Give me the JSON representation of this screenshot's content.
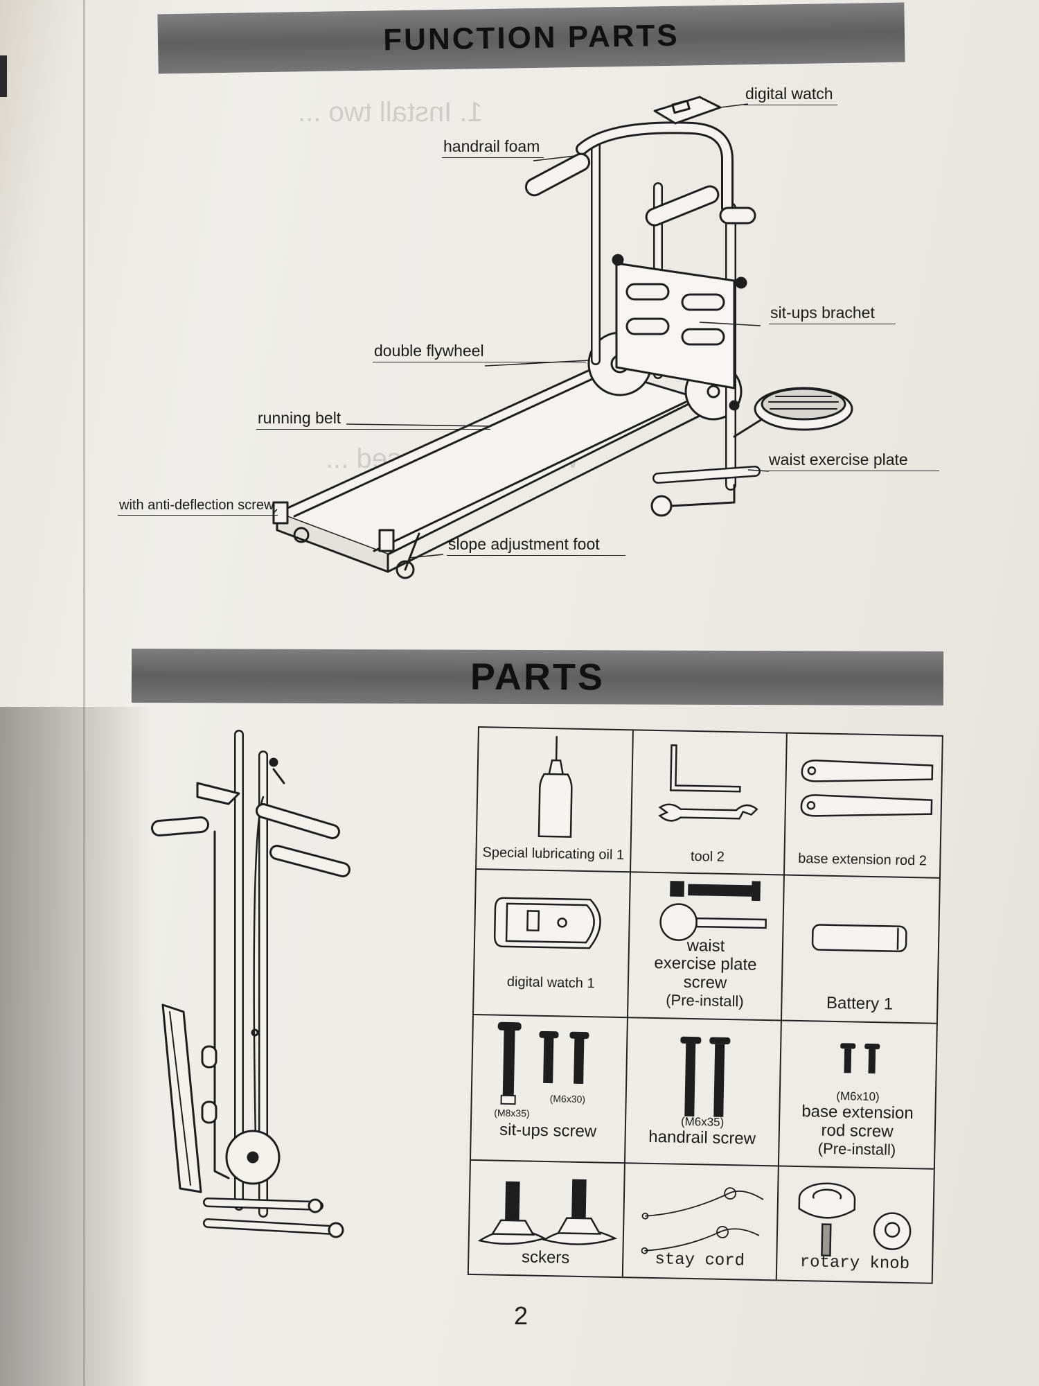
{
  "sections": {
    "function_parts_title": "FUNCTION PARTS",
    "parts_title": "PARTS"
  },
  "function_labels": {
    "digital_watch": "digital watch",
    "handrail_foam": "handrail foam",
    "situps_bracket": "sit-ups brachet",
    "double_flywheel": "double flywheel",
    "running_belt": "running belt",
    "waist_exercise_plate": "waist exercise plate",
    "anti_deflection_screw": "with anti-deflection screw",
    "slope_adjustment_foot": "slope adjustment foot"
  },
  "parts": [
    {
      "label": "Special lubricating oil 1",
      "icon": "oil-bottle-icon"
    },
    {
      "label": "tool 2",
      "icon": "wrench-icon"
    },
    {
      "label": "base extension rod 2",
      "icon": "extension-rod-icon"
    },
    {
      "label": "digital watch 1",
      "icon": "digital-watch-icon"
    },
    {
      "label": "waist exercise plate screw",
      "note": "(Pre-install)",
      "icon": "bolt-icon"
    },
    {
      "label": "Battery 1",
      "icon": "battery-icon"
    },
    {
      "label": "sit-ups screw",
      "sizes": [
        "(M8x35)",
        "(M6x30)"
      ],
      "icon": "screws-icon"
    },
    {
      "label": "handrail screw",
      "sizes": [
        "(M6x35)"
      ],
      "icon": "screws-icon"
    },
    {
      "label": "base extension rod screw",
      "sizes": [
        "(M6x10)"
      ],
      "note": "(Pre-install)",
      "icon": "screws-icon"
    },
    {
      "label": "sckers",
      "icon": "sucker-icon"
    },
    {
      "label": "stay cord",
      "icon": "cord-icon"
    },
    {
      "label": "rotary knob",
      "icon": "knob-icon"
    }
  ],
  "page_number": "2"
}
